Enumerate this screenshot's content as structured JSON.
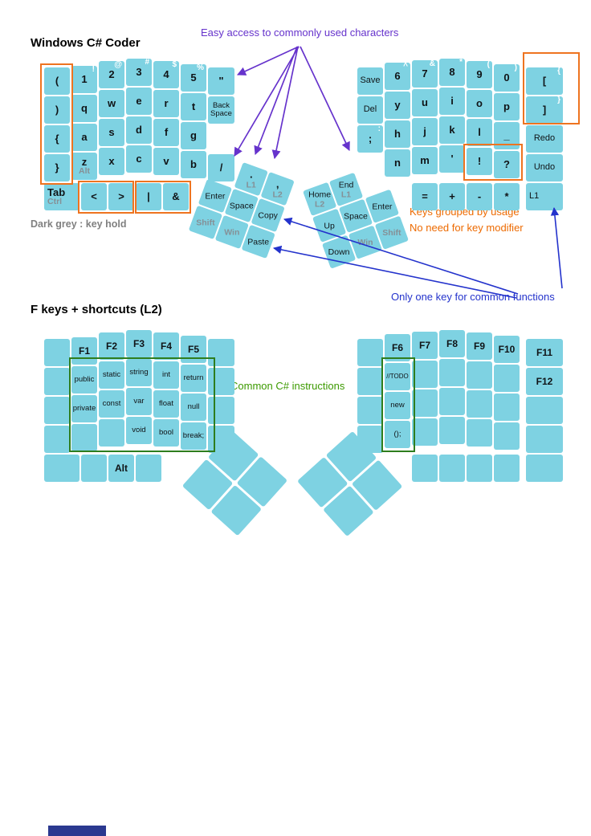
{
  "titles": {
    "main": "Windows C# Coder",
    "l2": "F keys + shortcuts (L2)"
  },
  "annotations": {
    "easy_access": "Easy access to commonly used characters",
    "dark_grey_note": "Dark grey : key hold",
    "grouped_line1": "Keys grouped by usage",
    "grouped_line2": "No need for key modifier",
    "one_key": "Only one key for common functions",
    "csharp_note": "Common C# instructions"
  },
  "colors": {
    "key": "#7ed2e2",
    "key_text": "#101417",
    "hold_text": "#859096",
    "shift_text": "#ffffff",
    "purple": "#6633cc",
    "blue": "#2433cc",
    "orange": "#ed6a00",
    "orange_box": "#ee7420",
    "green": "#3c9a00",
    "green_box": "#2e7d1e",
    "footer": "#2b3990"
  },
  "keyboard_main": {
    "left": {
      "rows": [
        [
          {
            "t": "("
          },
          {
            "t": "1",
            "s": "!"
          },
          {
            "t": "2",
            "s": "@"
          },
          {
            "t": "3",
            "s": "#"
          },
          {
            "t": "4",
            "s": "$"
          },
          {
            "t": "5",
            "s": "%"
          },
          {
            "t": "\""
          }
        ],
        [
          {
            "t": ")"
          },
          {
            "t": "q"
          },
          {
            "t": "w"
          },
          {
            "t": "e"
          },
          {
            "t": "r"
          },
          {
            "t": "t"
          },
          {
            "t": "Back Space",
            "cls": "small"
          }
        ],
        [
          {
            "t": "{"
          },
          {
            "t": "a"
          },
          {
            "t": "s"
          },
          {
            "t": "d"
          },
          {
            "t": "f"
          },
          {
            "t": "g"
          },
          null
        ],
        [
          {
            "t": "}"
          },
          {
            "t": "z",
            "h": "Alt"
          },
          {
            "t": "x"
          },
          {
            "t": "c"
          },
          {
            "t": "v"
          },
          {
            "t": "b"
          },
          {
            "t": "/"
          }
        ],
        [
          {
            "t": "Tab",
            "h": "Ctrl",
            "cls": "tabkey"
          },
          {
            "t": "<"
          },
          {
            "t": ">"
          },
          {
            "t": "|"
          },
          {
            "t": "&"
          }
        ]
      ]
    },
    "right": {
      "rows": [
        [
          {
            "t": "Save",
            "cls": "med"
          },
          {
            "t": "6",
            "s": "^"
          },
          {
            "t": "7",
            "s": "&"
          },
          {
            "t": "8",
            "s": "*"
          },
          {
            "t": "9",
            "s": "("
          },
          {
            "t": "0",
            "s": ")"
          },
          {
            "t": "[",
            "s": "{"
          }
        ],
        [
          {
            "t": "Del",
            "cls": "med"
          },
          {
            "t": "y"
          },
          {
            "t": "u"
          },
          {
            "t": "i"
          },
          {
            "t": "o"
          },
          {
            "t": "p"
          },
          {
            "t": "]",
            "s": "}"
          }
        ],
        [
          {
            "t": ";",
            "s": ":"
          },
          {
            "t": "h"
          },
          {
            "t": "j"
          },
          {
            "t": "k"
          },
          {
            "t": "l"
          },
          {
            "t": "_"
          },
          {
            "t": "Redo",
            "cls": "med"
          }
        ],
        [
          null,
          {
            "t": "n"
          },
          {
            "t": "m"
          },
          {
            "t": "'"
          },
          {
            "t": "!"
          },
          {
            "t": "?"
          },
          {
            "t": "Undo",
            "cls": "med"
          }
        ],
        [
          null,
          null,
          {
            "t": "="
          },
          {
            "t": "+"
          },
          {
            "t": "-"
          },
          {
            "t": "*"
          },
          {
            "t": "L1",
            "cls": "med left"
          }
        ]
      ]
    },
    "left_thumb": {
      "rows": [
        [
          null,
          {
            "t": ".",
            "cls": "big",
            "h": "L1"
          },
          {
            "t": ",",
            "cls": "big",
            "h": "L2"
          }
        ],
        [
          {
            "t": "Enter"
          },
          {
            "t": "Space"
          },
          {
            "t": "Copy"
          }
        ],
        [
          {
            "h": "Shift"
          },
          {
            "h": "Win"
          },
          {
            "t": "Paste"
          }
        ]
      ]
    },
    "right_thumb": {
      "rows": [
        [
          {
            "t": "Home",
            "h": "L2"
          },
          {
            "t": "End",
            "h": "L1"
          },
          null
        ],
        [
          {
            "t": "Up"
          },
          {
            "t": "Space"
          },
          {
            "t": "Enter"
          }
        ],
        [
          {
            "t": "Down"
          },
          {
            "h": "Win"
          },
          {
            "h": "Shift"
          }
        ]
      ]
    }
  },
  "keyboard_l2": {
    "left": {
      "rows": [
        [
          {},
          {
            "t": "F1",
            "cls": "fk"
          },
          {
            "t": "F2",
            "cls": "fk"
          },
          {
            "t": "F3",
            "cls": "fk"
          },
          {
            "t": "F4",
            "cls": "fk"
          },
          {
            "t": "F5",
            "cls": "fk"
          },
          {}
        ],
        [
          {},
          {
            "t": "public",
            "cls": "code"
          },
          {
            "t": "static",
            "cls": "code"
          },
          {
            "t": "string",
            "cls": "code"
          },
          {
            "t": "int",
            "cls": "code"
          },
          {
            "t": "return",
            "cls": "code"
          },
          {}
        ],
        [
          {},
          {
            "t": "private",
            "cls": "code"
          },
          {
            "t": "const",
            "cls": "code"
          },
          {
            "t": "var",
            "cls": "code"
          },
          {
            "t": "float",
            "cls": "code"
          },
          {
            "t": "null",
            "cls": "code"
          },
          {}
        ],
        [
          {},
          {},
          {},
          {
            "t": "void",
            "cls": "code"
          },
          {
            "t": "bool",
            "cls": "code"
          },
          {
            "t": "break;",
            "cls": "code"
          },
          {}
        ],
        [
          {
            "cls": "tabkey"
          },
          {},
          {
            "t": "Alt",
            "cls": "fk"
          },
          {}
        ]
      ]
    },
    "right": {
      "rows": [
        [
          {},
          {
            "t": "F6",
            "cls": "fk"
          },
          {
            "t": "F7",
            "cls": "fk"
          },
          {
            "t": "F8",
            "cls": "fk"
          },
          {
            "t": "F9",
            "cls": "fk"
          },
          {
            "t": "F10",
            "cls": "fk"
          },
          {
            "t": "F11",
            "cls": "fk"
          }
        ],
        [
          {},
          {
            "t": "//TODO",
            "cls": "code sm"
          },
          {},
          {},
          {},
          {},
          {
            "t": "F12",
            "cls": "fk"
          }
        ],
        [
          {},
          {
            "t": "new",
            "cls": "code"
          },
          {},
          {},
          {},
          {},
          {}
        ],
        [
          {},
          {
            "t": "();",
            "cls": "code"
          },
          {},
          {},
          {},
          {},
          {}
        ],
        [
          null,
          null,
          {},
          {},
          {},
          {},
          {}
        ]
      ]
    },
    "left_thumb": {
      "rows": [
        [
          {},
          {}
        ],
        [
          {},
          {}
        ]
      ]
    },
    "right_thumb": {
      "rows": [
        [
          {},
          {}
        ],
        [
          {},
          {}
        ]
      ]
    }
  }
}
